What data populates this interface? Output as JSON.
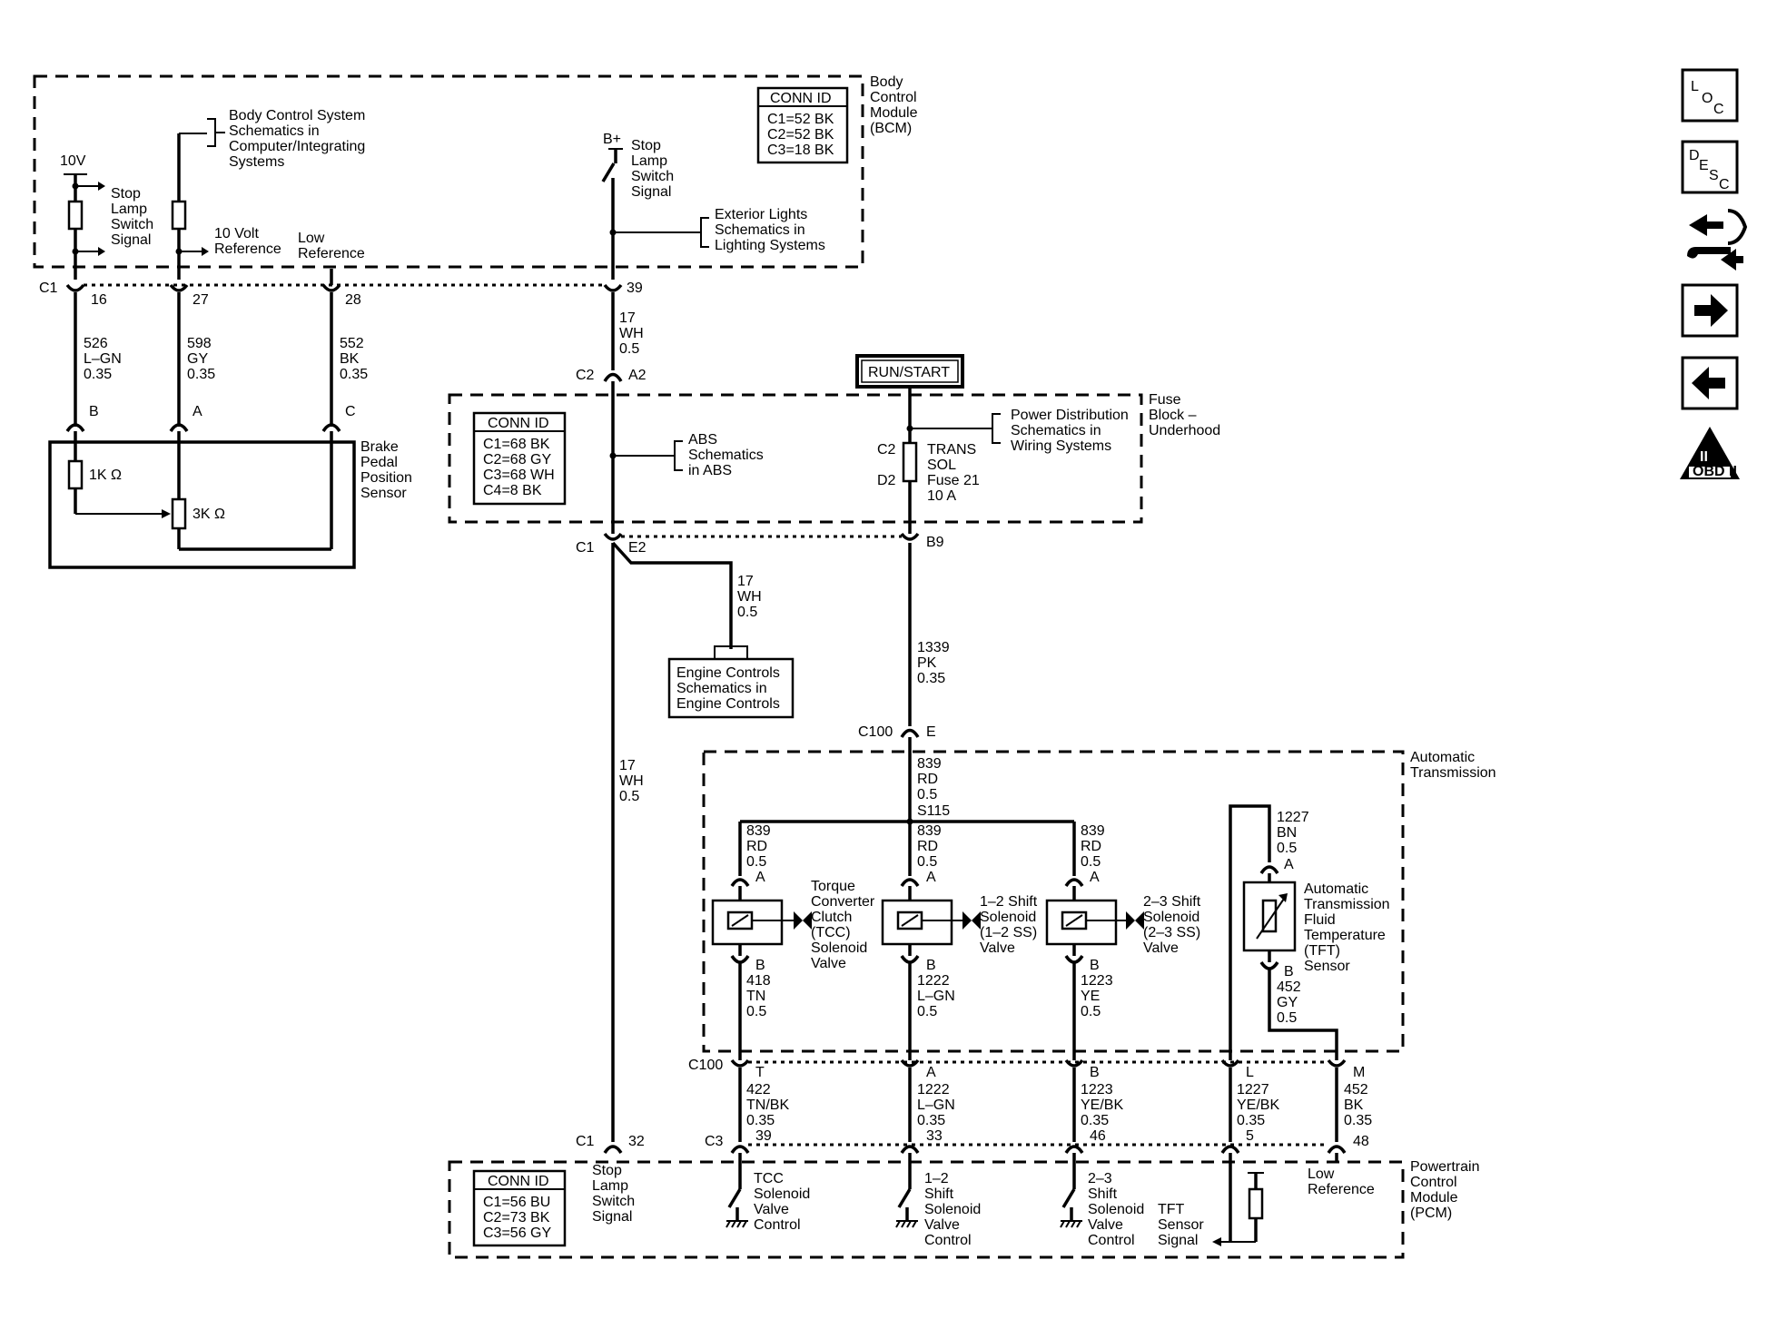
{
  "modules": {
    "bcm": [
      "Body",
      "Control",
      "Module",
      "(BCM)"
    ],
    "fuse_block": [
      "Fuse",
      "Block –",
      "Underhood"
    ],
    "trans": [
      "Automatic",
      "Transmission"
    ],
    "pcm": [
      "Powertrain",
      "Control",
      "Module",
      "(PCM)"
    ],
    "brake_sensor": [
      "Brake",
      "Pedal",
      "Position",
      "Sensor"
    ]
  },
  "conn_id": {
    "bcm": {
      "title": "CONN ID",
      "lines": [
        "C1=52 BK",
        "C2=52 BK",
        "C3=18 BK"
      ]
    },
    "fuse": {
      "title": "CONN ID",
      "lines": [
        "C1=68 BK",
        "C2=68 GY",
        "C3=68 WH",
        "C4=8 BK"
      ]
    },
    "pcm": {
      "title": "CONN ID",
      "lines": [
        "C1=56 BU",
        "C2=73 BK",
        "C3=56 GY"
      ]
    }
  },
  "references": {
    "body_control": [
      "Body Control System",
      "Schematics in",
      "Computer/Integrating",
      "Systems"
    ],
    "exterior_lights": [
      "Exterior Lights",
      "Schematics in",
      "Lighting Systems"
    ],
    "abs": [
      "ABS",
      "Schematics",
      "in ABS"
    ],
    "power_dist": [
      "Power Distribution",
      "Schematics in",
      "Wiring Systems"
    ],
    "engine_controls": [
      "Engine Controls",
      "Schematics in",
      "Engine Controls"
    ]
  },
  "signals": {
    "ten_v": "10V",
    "b_plus": "B+",
    "stop_lamp_bcm_left": [
      "Stop",
      "Lamp",
      "Switch",
      "Signal"
    ],
    "stop_lamp_bcm": [
      "Stop",
      "Lamp",
      "Switch",
      "Signal"
    ],
    "ten_volt_ref": [
      "10 Volt",
      "Reference"
    ],
    "low_ref_bcm": [
      "Low",
      "Reference"
    ],
    "run_start": "RUN/START",
    "stop_lamp_pcm": [
      "Stop",
      "Lamp",
      "Switch",
      "Signal"
    ],
    "tcc_control": [
      "TCC",
      "Solenoid",
      "Valve",
      "Control"
    ],
    "ss12_control": [
      "1–2",
      "Shift",
      "Solenoid",
      "Valve",
      "Control"
    ],
    "ss23_control": [
      "2–3",
      "Shift",
      "Solenoid",
      "Valve",
      "Control"
    ],
    "tft_signal": [
      "TFT",
      "Sensor",
      "Signal"
    ],
    "low_ref_pcm": [
      "Low",
      "Reference"
    ]
  },
  "components": {
    "r1k": "1K Ω",
    "r3k": "3K Ω",
    "fuse": [
      "TRANS",
      "SOL",
      "Fuse 21",
      "10 A"
    ],
    "tcc": [
      "Torque",
      "Converter",
      "Clutch",
      "(TCC)",
      "Solenoid",
      "Valve"
    ],
    "ss12": [
      "1–2 Shift",
      "Solenoid",
      "(1–2 SS)",
      "Valve"
    ],
    "ss23": [
      "2–3 Shift",
      "Solenoid",
      "(2–3 SS)",
      "Valve"
    ],
    "tft": [
      "Automatic",
      "Transmission",
      "Fluid",
      "Temperature",
      "(TFT)",
      "Sensor"
    ]
  },
  "wires": {
    "w526": [
      "526",
      "L–GN",
      "0.35"
    ],
    "w598": [
      "598",
      "GY",
      "0.35"
    ],
    "w552": [
      "552",
      "BK",
      "0.35"
    ],
    "w17a": [
      "17",
      "WH",
      "0.5"
    ],
    "w17b": [
      "17",
      "WH",
      "0.5"
    ],
    "w17c": [
      "17",
      "WH",
      "0.5"
    ],
    "w1339": [
      "1339",
      "PK",
      "0.35"
    ],
    "w839_main": [
      "839",
      "RD",
      "0.5"
    ],
    "splice": "S115",
    "w839_tcc": [
      "839",
      "RD",
      "0.5"
    ],
    "w839_ss12": [
      "839",
      "RD",
      "0.5"
    ],
    "w839_ss23": [
      "839",
      "RD",
      "0.5"
    ],
    "w1227_top": [
      "1227",
      "BN",
      "0.5"
    ],
    "w418": [
      "418",
      "TN",
      "0.5"
    ],
    "w1222_in": [
      "1222",
      "L–GN",
      "0.5"
    ],
    "w1223_in": [
      "1223",
      "YE",
      "0.5"
    ],
    "w452_in": [
      "452",
      "GY",
      "0.5"
    ],
    "w422": [
      "422",
      "TN/BK",
      "0.35"
    ],
    "w1222_out": [
      "1222",
      "L–GN",
      "0.35"
    ],
    "w1223_out": [
      "1223",
      "YE/BK",
      "0.35"
    ],
    "w1227_out": [
      "1227",
      "YE/BK",
      "0.35"
    ],
    "w452_out": [
      "452",
      "BK",
      "0.35"
    ]
  },
  "connectors": {
    "bcm_c1": "C1",
    "p16": "16",
    "p27": "27",
    "p28": "28",
    "p39": "39",
    "sens_b": "B",
    "sens_a": "A",
    "sens_c": "C",
    "c2": "C2",
    "a2": "A2",
    "fuse_c2": "C2",
    "fuse_d2": "D2",
    "c1_e": "C1",
    "e2": "E2",
    "b9": "B9",
    "c100_e": "C100",
    "pin_e": "E",
    "tcc_a": "A",
    "ss12_a": "A",
    "ss23_a": "A",
    "tft_a": "A",
    "tcc_b": "B",
    "ss12_b": "B",
    "ss23_b": "B",
    "tft_b": "B",
    "c100": "C100",
    "pT": "T",
    "pA": "A",
    "pB": "B",
    "pL": "L",
    "pM": "M",
    "pcm_c1": "C1",
    "p32": "32",
    "pcm_c3": "C3",
    "p39b": "39",
    "p33": "33",
    "p46": "46",
    "p5": "5",
    "p48": "48"
  },
  "icons": {
    "loc": [
      "L",
      "O",
      "C"
    ],
    "desc": [
      "D",
      "E",
      "S",
      "C"
    ],
    "obd": "OBD II",
    "obd_numeral": "II"
  }
}
